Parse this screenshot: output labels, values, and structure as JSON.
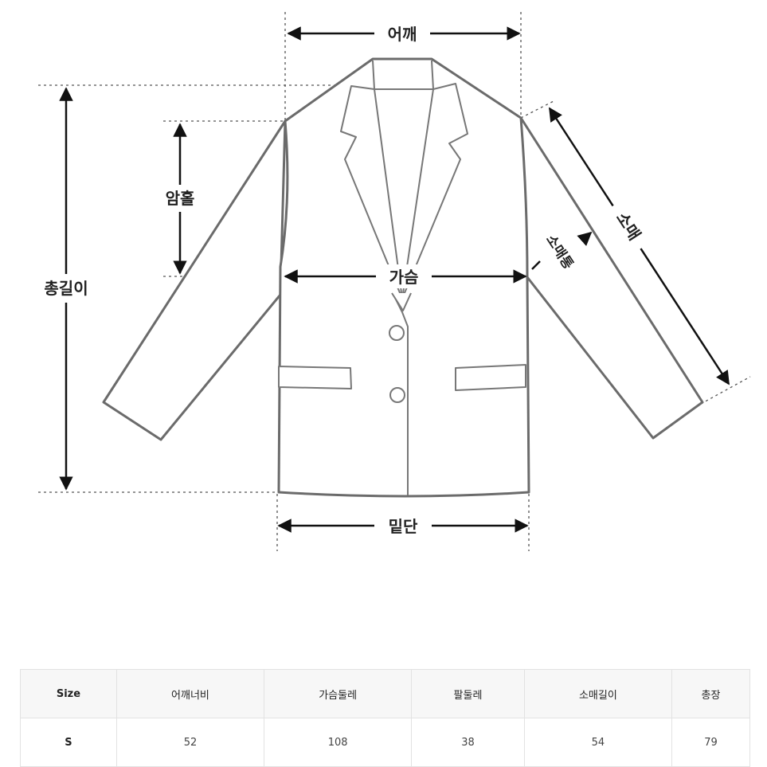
{
  "diagram": {
    "labels": {
      "shoulder": "어깨",
      "armhole": "암홀",
      "total_length": "총길이",
      "chest": "가슴",
      "sleeve": "소매",
      "sleeve_width": "소매통",
      "hem": "밑단"
    }
  },
  "table": {
    "headers": [
      "Size",
      "어깨너비",
      "가슴둘레",
      "팔둘레",
      "소매길이",
      "총장"
    ],
    "rows": [
      [
        "S",
        "52",
        "108",
        "38",
        "54",
        "79"
      ]
    ]
  }
}
